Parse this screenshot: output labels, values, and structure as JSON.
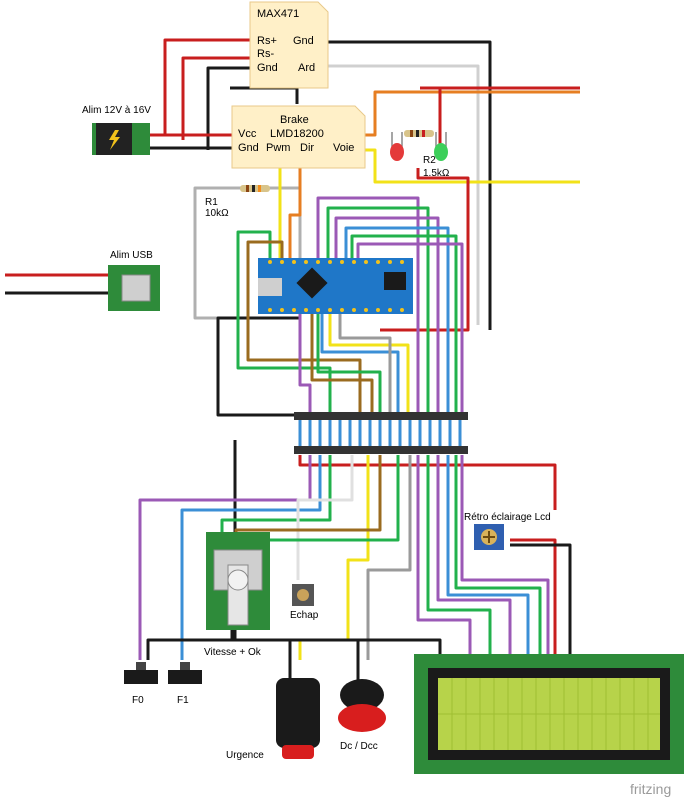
{
  "labels": {
    "max471_title": "MAX471",
    "max471_rs_plus": "Rs+",
    "max471_rs_minus": "Rs-",
    "max471_gnd": "Gnd",
    "max471_gnd2": "Gnd",
    "max471_ard": "Ard",
    "alim12v": "Alim 12V à 16V",
    "brake": "Brake",
    "vcc": "Vcc",
    "lmd": "LMD18200",
    "lmd_gnd": "Gnd",
    "pwm": "Pwm",
    "dir": "Dir",
    "voie": "Voie",
    "r2": "R2",
    "r2_val": "1.5kΩ",
    "r1": "R1",
    "r1_val": "10kΩ",
    "alim_usb": "Alim USB",
    "retro": "Rétro éclairage Lcd",
    "echap": "Echap",
    "vitesse": "Vitesse + Ok",
    "f0": "F0",
    "f1": "F1",
    "urgence": "Urgence",
    "dcdcc": "Dc / Dcc",
    "fritzing": "fritzing"
  },
  "colors": {
    "red": "#c81e1e",
    "black": "#1a1a1a",
    "green": "#22b14c",
    "blue": "#3b8fd6",
    "purple": "#9b59b6",
    "yellow": "#f2e218",
    "orange": "#e67e22",
    "brown": "#9a6b1f",
    "gray": "#9a9a9a",
    "white": "#d8d8d8",
    "note": "#fff0c8",
    "board": "#1f77c8",
    "pcb": "#2e8b3a",
    "lcd": "#b7d34a"
  }
}
